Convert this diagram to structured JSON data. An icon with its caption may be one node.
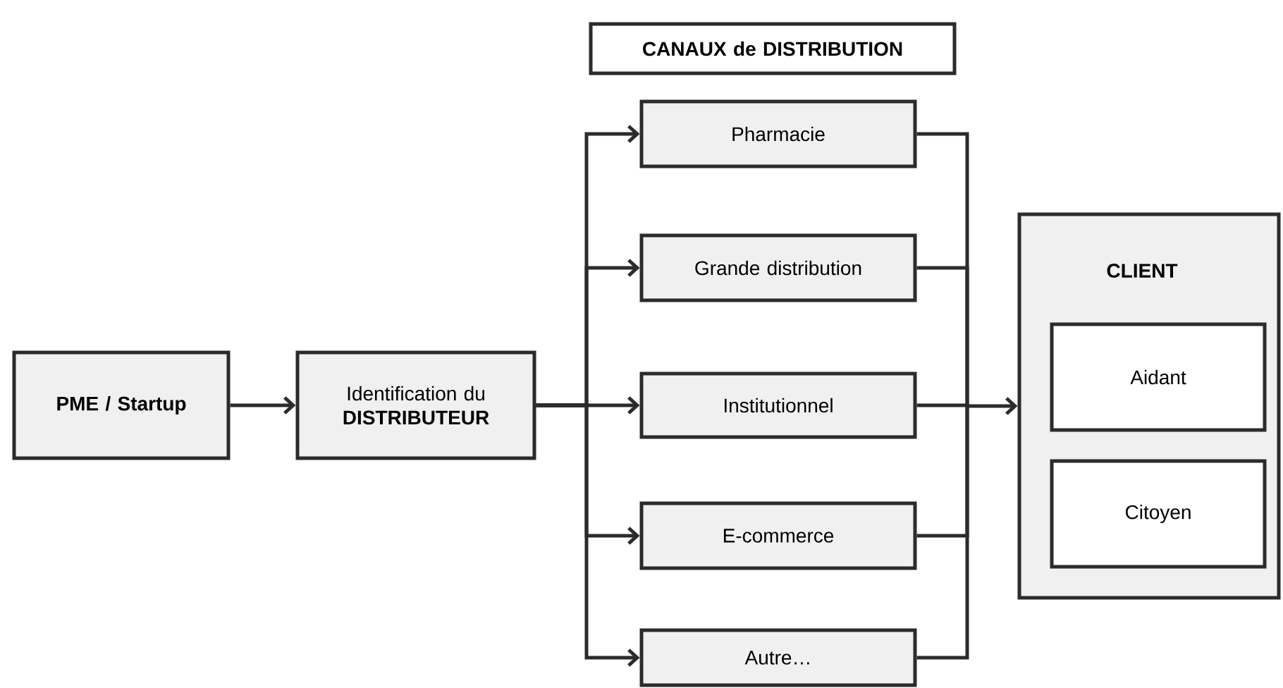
{
  "diagram": {
    "nodes": [
      {
        "text": [
          "PME / Startup"
        ]
      },
      {
        "text": [
          "Identification du **DISTRIBUTEUR**"
        ]
      },
      {
        "text": [
          "CANAUX de DISTRIBUTION"
        ]
      },
      {
        "text": [
          "Pharmacie"
        ]
      },
      {
        "text": [
          "Grande distribution"
        ]
      },
      {
        "text": [
          "Institutionnel"
        ]
      },
      {
        "text": [
          "E-commerce"
        ]
      },
      {
        "text": [
          "Autre…"
        ]
      },
      {
        "text": [
          "CLIENT"
        ]
      },
      {
        "text": [
          "Aidant"
        ],
        "in": 8
      },
      {
        "text": [
          "Citoyen"
        ],
        "in": 8
      }
    ],
    "edges": [
      {
        "from": 0,
        "to": 1,
        "arrow": "to"
      },
      {
        "from": 1,
        "to": 3,
        "arrow": "to"
      },
      {
        "from": 1,
        "to": 4,
        "arrow": "to"
      },
      {
        "from": 1,
        "to": 5,
        "arrow": "to"
      },
      {
        "from": 1,
        "to": 6,
        "arrow": "to"
      },
      {
        "from": 1,
        "to": 7,
        "arrow": "to"
      },
      {
        "from": 3,
        "to": 8,
        "arrow": "to"
      },
      {
        "from": 4,
        "to": 8,
        "arrow": "to"
      },
      {
        "from": 5,
        "to": 8,
        "arrow": "to"
      },
      {
        "from": 6,
        "to": 8,
        "arrow": "to"
      },
      {
        "from": 7,
        "to": 8,
        "arrow": "to"
      }
    ]
  }
}
